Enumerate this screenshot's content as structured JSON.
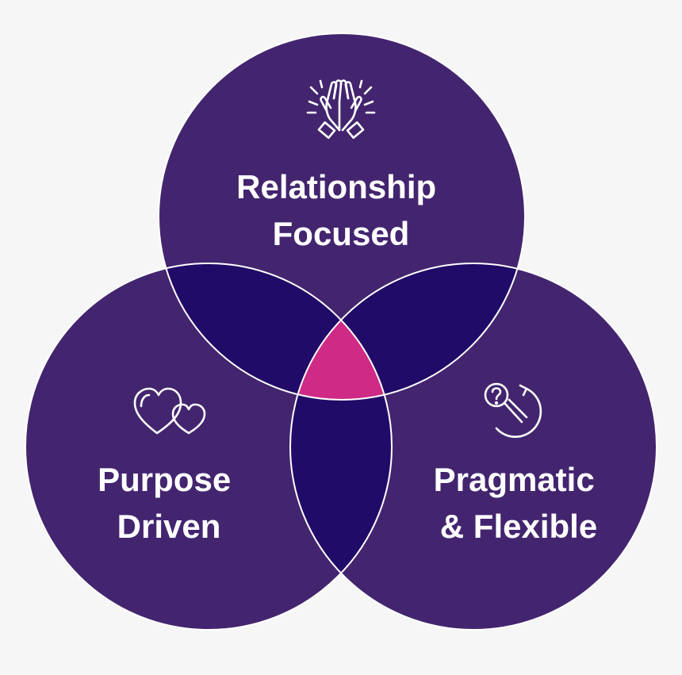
{
  "colors": {
    "background": "#f6f6f7",
    "circle": "#43256f",
    "pair_overlap": "#210b68",
    "center_overlap": "#cf2a85",
    "outline": "#ffffff",
    "text": "#ffffff"
  },
  "circles": [
    {
      "id": "top",
      "label_lines": [
        "Relationship",
        "Focused"
      ],
      "icon": "high-five-icon"
    },
    {
      "id": "left",
      "label_lines": [
        "Purpose",
        "Driven"
      ],
      "icon": "hearts-icon"
    },
    {
      "id": "right",
      "label_lines": [
        "Pragmatic",
        "& Flexible"
      ],
      "icon": "search-question-icon"
    }
  ]
}
